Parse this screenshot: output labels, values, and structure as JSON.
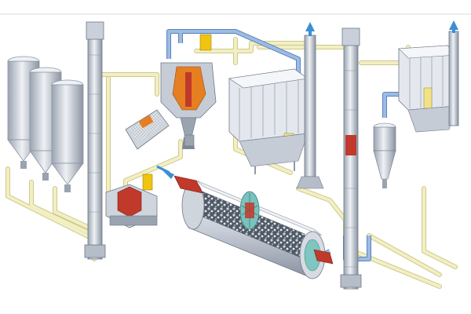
{
  "diagram": {
    "components": [
      {
        "id": "storage-silos",
        "kind": "silo",
        "count": 3
      },
      {
        "id": "bucket-elevator-left",
        "kind": "bucket-elevator"
      },
      {
        "id": "bucket-elevator-right",
        "kind": "bucket-elevator"
      },
      {
        "id": "vibrating-screen",
        "kind": "screen"
      },
      {
        "id": "air-classifier",
        "kind": "classifier"
      },
      {
        "id": "bag-filter-left",
        "kind": "bag-filter"
      },
      {
        "id": "bag-filter-right",
        "kind": "bag-filter"
      },
      {
        "id": "exhaust-stack-left",
        "kind": "stack"
      },
      {
        "id": "exhaust-stack-right",
        "kind": "stack"
      },
      {
        "id": "cyclone-separator",
        "kind": "cyclone"
      },
      {
        "id": "feeder-motor-unit",
        "kind": "feeder"
      },
      {
        "id": "ball-mill",
        "kind": "ball-mill"
      }
    ],
    "colors": {
      "steel_light": "#e4e8ee",
      "steel_mid": "#b9c1cc",
      "steel_dark": "#7d8796",
      "duct_blue": "#7fa4d6",
      "pipe_cream": "#f2efc4",
      "pipe_edge": "#cfc98a",
      "accent_red": "#c0392b",
      "accent_orange": "#e67e22",
      "accent_yellow": "#f1c40f",
      "mill_inner": "#6e7a86",
      "arrow_blue": "#3a8fd6"
    }
  }
}
